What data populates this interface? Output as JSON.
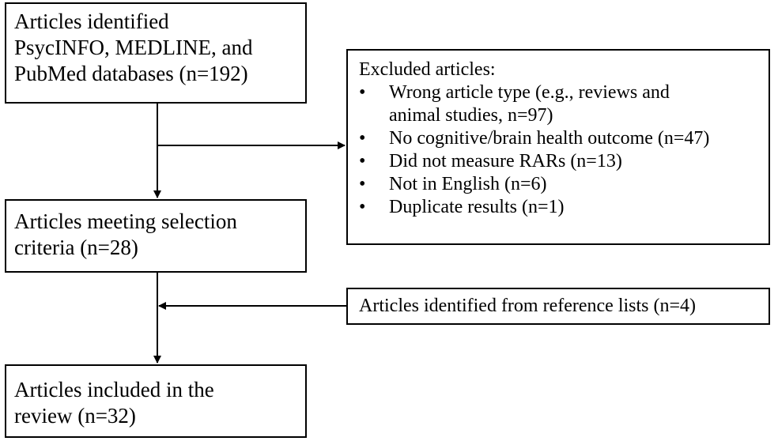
{
  "identified_box": {
    "lines": [
      "Articles identified",
      "PsycINFO, MEDLINE, and",
      "PubMed databases (n=192)"
    ]
  },
  "excluded_box": {
    "title": "Excluded articles:",
    "bullet": "•",
    "items": [
      {
        "lines": [
          "Wrong article type (e.g., reviews and",
          "animal studies, n=97)"
        ]
      },
      {
        "lines": [
          "No cognitive/brain health outcome (n=47)"
        ]
      },
      {
        "lines": [
          "Did not measure RARs (n=13)"
        ]
      },
      {
        "lines": [
          "Not in English (n=6)"
        ]
      },
      {
        "lines": [
          "Duplicate results (n=1)"
        ]
      }
    ]
  },
  "selected_box": {
    "lines": [
      "Articles meeting selection",
      "criteria (n=28)"
    ]
  },
  "reference_box": {
    "text": "Articles identified from reference lists (n=4)"
  },
  "included_box": {
    "lines": [
      "Articles included in the",
      "review (n=32)"
    ]
  }
}
